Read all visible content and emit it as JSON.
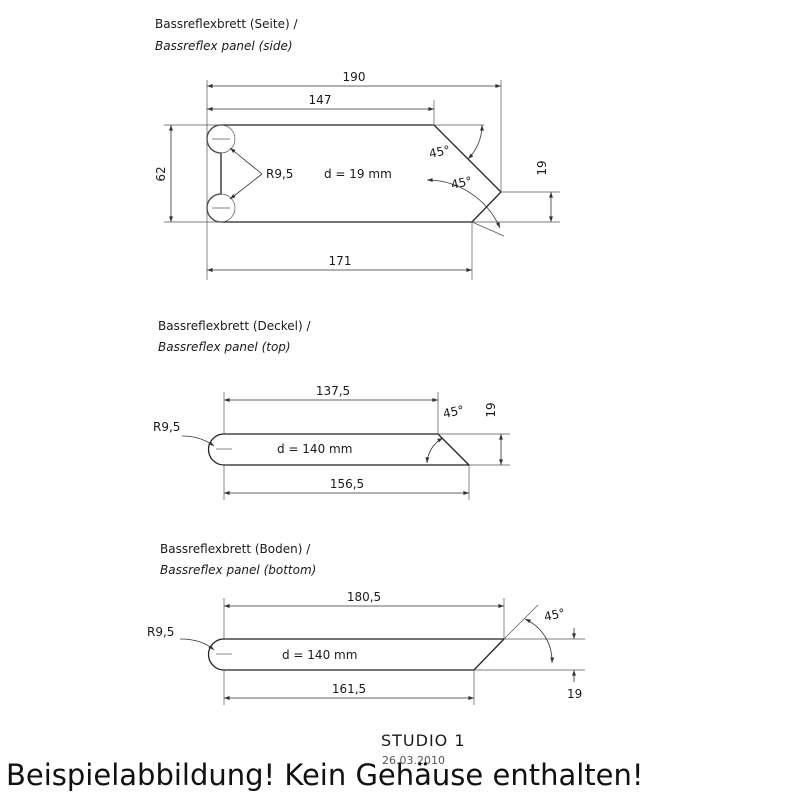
{
  "side": {
    "title": "Bassreflexbrett (Seite) /",
    "subtitle": "Bassreflex panel (side)",
    "dim_total": "190",
    "dim_top": "147",
    "dim_height": "62",
    "dim_bottom": "171",
    "dim_right": "19",
    "radius": "R9,5",
    "thickness": "d = 19 mm",
    "angle_top": "45°",
    "angle_bottom": "45°"
  },
  "top": {
    "title": "Bassreflexbrett (Deckel) /",
    "subtitle": "Bassreflex panel (top)",
    "dim_top": "137,5",
    "dim_bottom": "156,5",
    "dim_right": "19",
    "radius": "R9,5",
    "thickness": "d = 140 mm",
    "angle": "45°"
  },
  "bottom": {
    "title": "Bassreflexbrett (Boden) /",
    "subtitle": "Bassreflex panel (bottom)",
    "dim_top": "180,5",
    "dim_bottom": "161,5",
    "dim_right": "19",
    "radius": "R9,5",
    "thickness": "d = 140 mm",
    "angle": "45°"
  },
  "titleblock": {
    "name": "STUDIO 1",
    "date": "26.03.2010"
  },
  "caption": "Beispielabbildung! Kein Gehäuse enthalten!"
}
